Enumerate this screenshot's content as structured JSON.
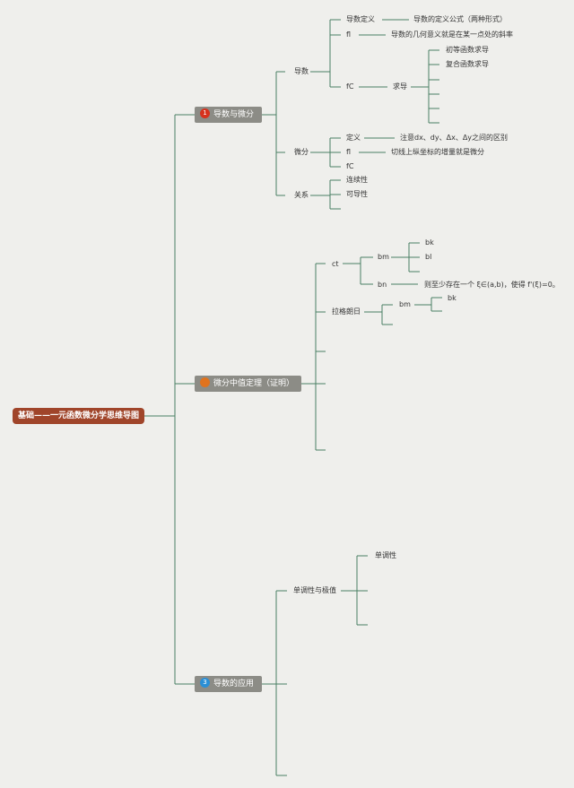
{
  "root": {
    "label": "基础——一元函数微分学思维导图"
  },
  "colors": {
    "line": "#4a7f63",
    "root_bg": "#a0452a",
    "branch_bg": "#8c8c86"
  },
  "branches": [
    {
      "label": "导数与微分",
      "badge": "1",
      "badge_color": "#d6321e"
    },
    {
      "label": "微分中值定理（证明）",
      "badge": "",
      "badge_color": "#e0731e"
    },
    {
      "label": "导数的应用",
      "badge": "3",
      "badge_color": "#2a8fd6"
    }
  ],
  "b1": {
    "daoshu": "导数",
    "dingyi": "导数定义",
    "dingyi_detail": "导数的定义公式（两种形式）",
    "fl": "fl",
    "fl_detail": "导数的几何意义就是在某一点处的斜率",
    "fc": "fC",
    "qiudao": "求导",
    "qiudao_items": [
      "初等函数求导",
      "复合函数求导"
    ],
    "weifen": "微分",
    "wf_dingyi": "定义",
    "wf_dingyi_detail": "注意dx、dy、Δx、Δy之间的区别",
    "wf_fl": "fl",
    "wf_fl_detail": "切线上纵坐标的增量就是微分",
    "wf_fc": "fC",
    "guanxi": "关系",
    "lianxu": "连续性",
    "kedao": "可导性"
  },
  "b2": {
    "ct": "ct",
    "bm": "bm",
    "bk": "bk",
    "bl": "bl",
    "bn": "bn",
    "bn_detail": "则至少存在一个 ξ∈(a,b)，使得 f'(ξ)=0。",
    "lagelangri": "拉格朗日",
    "bm2": "bm",
    "bk2": "bk"
  },
  "b3": {
    "dandiao_jizhi": "单调性与极值",
    "dandiao": "单调性"
  }
}
